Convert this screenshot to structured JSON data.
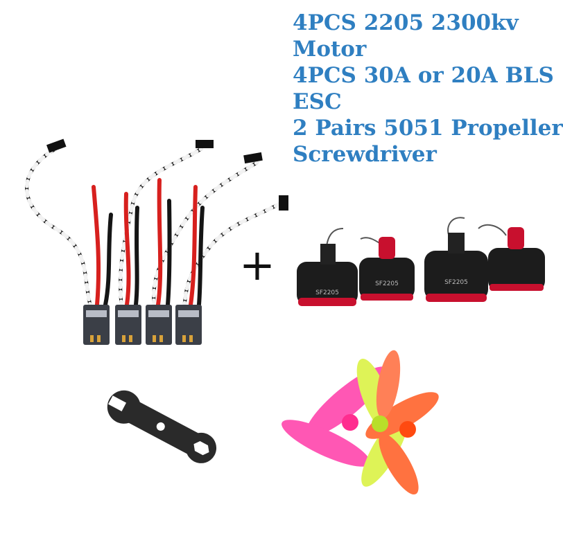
{
  "product_lines": [
    "4PCS 2205 2300kv",
    "Motor",
    "4PCS 30A or 20A BLS",
    "ESC",
    "2 Pairs 5051 Propeller",
    "Screwdriver"
  ],
  "plus_symbol": "+",
  "motor_label": "SF2205",
  "colors": {
    "text": "#2f7fc1",
    "motor_body": "#1c1c1c",
    "motor_accent": "#c8102e",
    "wire_red": "#d7201e",
    "wire_black": "#151515",
    "prop_pink": "#ff3aa8",
    "prop_yellow": "#d9f23a",
    "prop_orange": "#ff5a1f"
  }
}
